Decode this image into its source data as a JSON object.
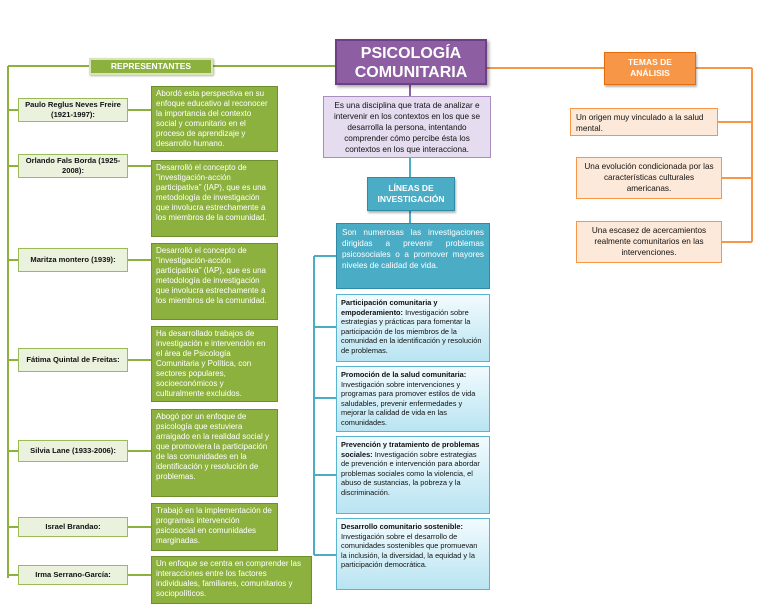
{
  "central": {
    "title_line1": "PSICOLOGÍA",
    "title_line2": "COMUNITARIA",
    "definition": "Es una disciplina que trata de analizar e intervenir en los contextos en los que se desarrolla la persona, intentando comprender cómo percibe ésta los contextos en los que interacciona."
  },
  "representantes": {
    "title": "REPRESENTANTES",
    "items": [
      {
        "name": "Paulo Reglus Neves Freire (1921-1997):",
        "desc": "Abordó esta perspectiva en su enfoque educativo al reconocer la importancia del contexto social y comunitario en el proceso de aprendizaje y desarrollo humano."
      },
      {
        "name": "Orlando Fals Borda (1925-2008):",
        "desc": "Desarrolló el concepto de \"investigación-acción participativa\" (IAP), que es una metodología de investigación que involucra estrechamente a los miembros de la comunidad."
      },
      {
        "name": "Maritza montero (1939):",
        "desc": "Desarrolló el concepto de \"investigación-acción participativa\" (IAP), que es una metodología de investigación que involucra estrechamente a los miembros de la comunidad."
      },
      {
        "name": "Fátima Quintal de Freitas:",
        "desc": "Ha desarrollado trabajos de investigación e intervención en el área de Psicología Comunitaria y Política, con sectores populares, socioeconómicos y culturalmente excluidos."
      },
      {
        "name": "Silvia Lane (1933-2006):",
        "desc": "Abogó por un enfoque de psicología que estuviera arraigado en la realidad social y que promoviera la participación de las comunidades en la identificación y resolución de problemas."
      },
      {
        "name": "Israel Brandao:",
        "desc": "Trabajó en la implementación de programas intervención psicosocial en comunidades marginadas."
      },
      {
        "name": "Irma Serrano-García:",
        "desc": "Un enfoque se centra en comprender las interacciones entre los factores individuales, familiares, comunitarios y sociopolíticos."
      }
    ]
  },
  "lineas": {
    "title_line1": "LÍNEAS DE",
    "title_line2": "INVESTIGACIÓN",
    "intro": "Son numerosas las investigaciones dirigidas a prevenir problemas psicosociales o a promover mayores niveles de calidad de vida.",
    "items": [
      {
        "heading": "Participación comunitaria y empoderamiento:",
        "text": " Investigación sobre estrategias y prácticas para fomentar la participación de los miembros de la comunidad en la identificación y resolución de problemas."
      },
      {
        "heading": "Promoción de la salud comunitaria:",
        "text": " Investigación sobre intervenciones y programas para promover estilos de vida saludables, prevenir enfermedades y mejorar la calidad de vida en las comunidades."
      },
      {
        "heading": "Prevención y tratamiento de problemas sociales:",
        "text": " Investigación sobre estrategias de prevención e intervención para abordar problemas sociales como la violencia, el abuso de sustancias, la pobreza y la discriminación."
      },
      {
        "heading": "Desarrollo comunitario sostenible:",
        "text": " Investigación sobre el desarrollo de comunidades sostenibles que promuevan la inclusión, la diversidad, la equidad y la participación democrática."
      }
    ]
  },
  "temas": {
    "title_line1": "TEMAS DE",
    "title_line2": "ANÁLISIS",
    "items": [
      "Un origen muy vinculado a la salud mental.",
      "Una evolución condicionada por las características culturales americanas.",
      "Una escasez de acercamientos realmente comunitarios en las intervenciones."
    ]
  },
  "colors": {
    "central": "#8e5ea2",
    "green": "#8db13f",
    "blue": "#4bacc6",
    "orange": "#f79646"
  }
}
